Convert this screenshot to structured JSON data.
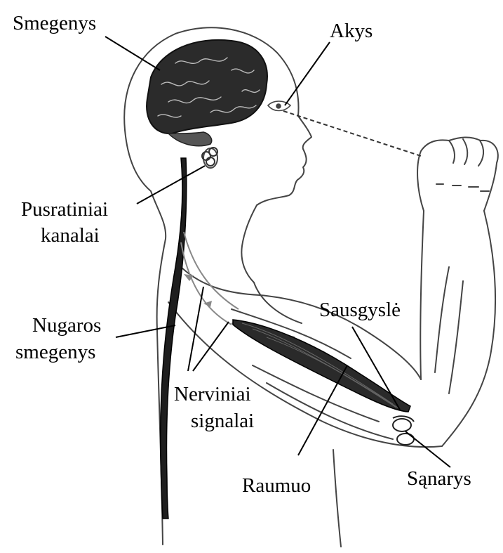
{
  "labels": {
    "brain": "Smegenys",
    "eyes": "Akys",
    "semicircular_canals_1": "Pusratiniai",
    "semicircular_canals_2": "kanalai",
    "spinal_cord_1": "Nugaros",
    "spinal_cord_2": "smegenys",
    "tendon": "Sausgyslė",
    "nerve_signals_1": "Nerviniai",
    "nerve_signals_2": "signalai",
    "muscle": "Raumuo",
    "joint": "Sąnarys"
  },
  "colors": {
    "outline": "#444444",
    "brain": "#2b2b2b",
    "spinal_cord": "#1e1e1e",
    "muscle": "#2a2a2a",
    "nerve": "#888888",
    "leader_line": "#000000"
  }
}
